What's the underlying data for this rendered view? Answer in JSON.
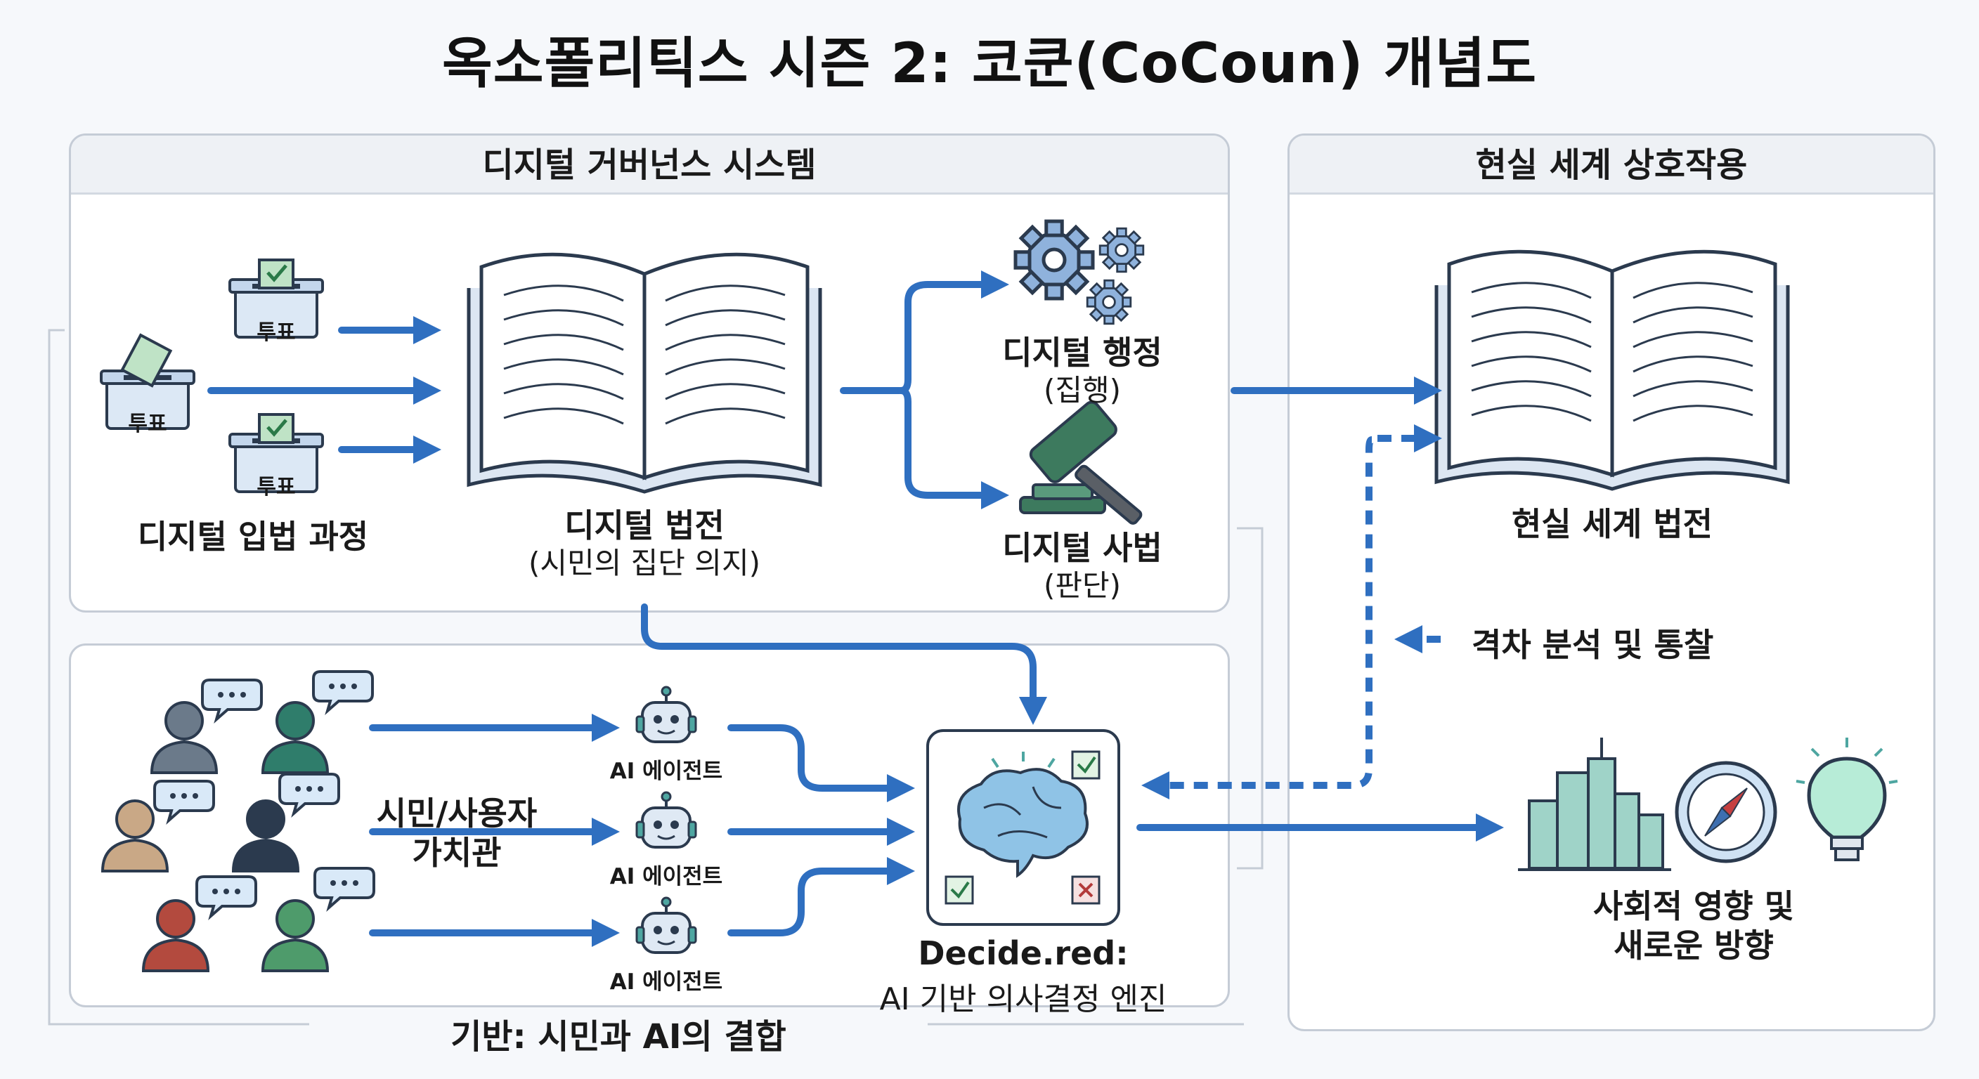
{
  "title": "옥소폴리틱스 시즌 2: 코쿤(CoCoun) 개념도",
  "panels": {
    "digital_governance": "디지털 거버넌스 시스템",
    "real_world": "현실 세계 상호작용"
  },
  "vote_label": "투표",
  "legislation_label": "디지털 입법 과정",
  "digital_code": {
    "title": "디지털 법전",
    "subtitle": "(시민의 집단 의지)"
  },
  "digital_admin": {
    "title": "디지털 행정",
    "subtitle": "(집행)"
  },
  "digital_judicial": {
    "title": "디지털 사법",
    "subtitle": "(판단)"
  },
  "real_code": "현실 세계 법전",
  "gap_analysis": "격차 분석 및 통찰",
  "citizens_values": {
    "line1": "시민/사용자",
    "line2": "가치관"
  },
  "ai_agent": "AI 에이전트",
  "engine": {
    "title": "Decide.red:",
    "subtitle": "AI 기반 의사결정 엔진"
  },
  "social_impact": {
    "line1": "사회적 영향 및",
    "line2": "새로운 방향"
  },
  "foundation": "기반: 시민과 AI의 결합",
  "colors": {
    "arrow": "#2f6fc0",
    "panel_border": "#c5ccd6",
    "icon_blue": "#a9c6e8",
    "icon_teal": "#4ea6a1",
    "gavel": "#3d7a5e"
  }
}
